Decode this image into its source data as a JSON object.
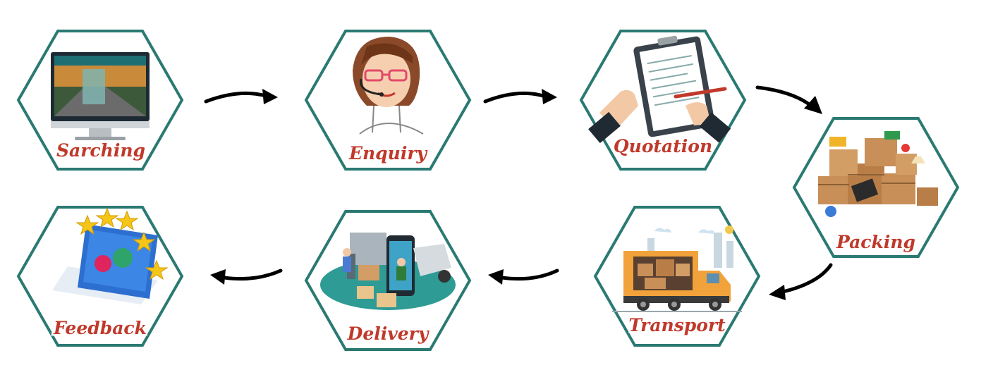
{
  "steps": [
    {
      "id": "searching",
      "label": "Sarching",
      "icon": "website-monitor-icon"
    },
    {
      "id": "enquiry",
      "label": "Enquiry",
      "icon": "call-center-agent-icon"
    },
    {
      "id": "quotation",
      "label": "Quotation",
      "icon": "clipboard-signing-icon"
    },
    {
      "id": "packing",
      "label": "Packing",
      "icon": "moving-boxes-icon"
    },
    {
      "id": "transport",
      "label": "Transport",
      "icon": "moving-truck-icon"
    },
    {
      "id": "delivery",
      "label": "Delivery",
      "icon": "delivery-phone-icon"
    },
    {
      "id": "feedback",
      "label": "Feedback",
      "icon": "rating-stars-laptop-icon"
    }
  ],
  "colors": {
    "hex_border": "#2a7a72",
    "label_red": "#c0392b",
    "arrow": "#000000"
  }
}
